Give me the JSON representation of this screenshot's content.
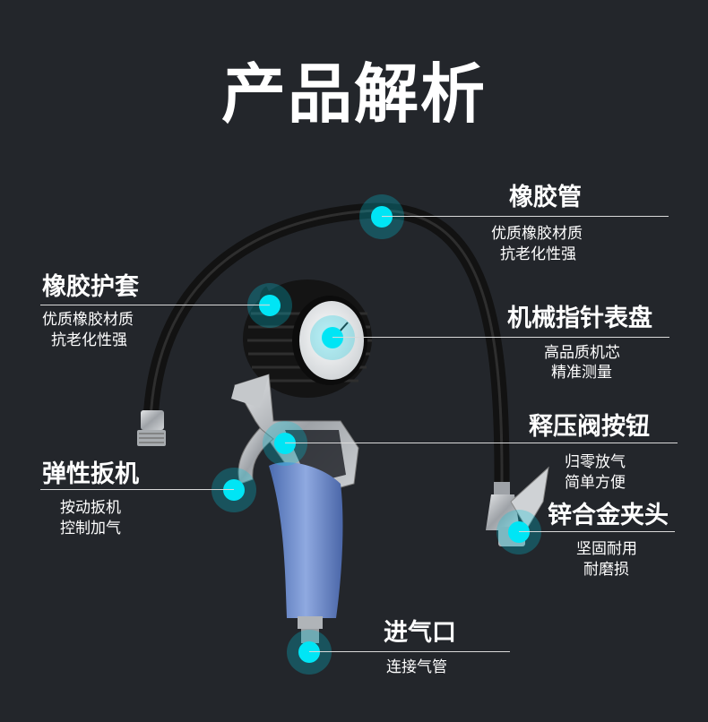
{
  "title": "产品解析",
  "callouts": {
    "hose": {
      "label": "橡胶管",
      "desc1": "优质橡胶材质",
      "desc2": "抗老化性强"
    },
    "sleeve": {
      "label": "橡胶护套",
      "desc1": "优质橡胶材质",
      "desc2": "抗老化性强"
    },
    "gauge": {
      "label": "机械指针表盘",
      "desc1": "高品质机芯",
      "desc2": "精准测量"
    },
    "release": {
      "label": "释压阀按钮",
      "desc1": "归零放气",
      "desc2": "简单方便"
    },
    "trigger": {
      "label": "弹性扳机",
      "desc1": "按动扳机",
      "desc2": "控制加气"
    },
    "chuck": {
      "label": "锌合金夹头",
      "desc1": "坚固耐用",
      "desc2": "耐磨损"
    },
    "inlet": {
      "label": "进气口",
      "desc1": "连接气管"
    }
  },
  "colors": {
    "background": "#23262b",
    "hotspot": "#00e5f5",
    "grip": "#6f8fcf",
    "hose": "#1a1a1a",
    "metal": "#b9bcc0"
  }
}
